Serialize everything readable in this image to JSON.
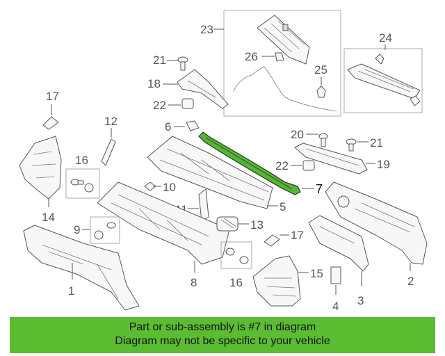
{
  "callouts": {
    "c1": "1",
    "c2": "2",
    "c3": "3",
    "c4": "4",
    "c5": "5",
    "c6": "6",
    "c7": "7",
    "c8": "8",
    "c9": "9",
    "c10": "10",
    "c11": "11",
    "c12": "12",
    "c13": "13",
    "c14": "14",
    "c15": "15",
    "c16a": "16",
    "c16b": "16",
    "c17a": "17",
    "c17b": "17",
    "c18": "18",
    "c19": "19",
    "c20": "20",
    "c21a": "21",
    "c21b": "21",
    "c22a": "22",
    "c22b": "22",
    "c23": "23",
    "c24": "24",
    "c25": "25",
    "c26": "26"
  },
  "colors": {
    "highlight": "#57b43a",
    "banner": "#5bbc32",
    "line": "#555555"
  },
  "banner": {
    "line1": "Part or sub-assembly is #7 in diagram",
    "line2": "Diagram may not be specific to your vehicle"
  }
}
